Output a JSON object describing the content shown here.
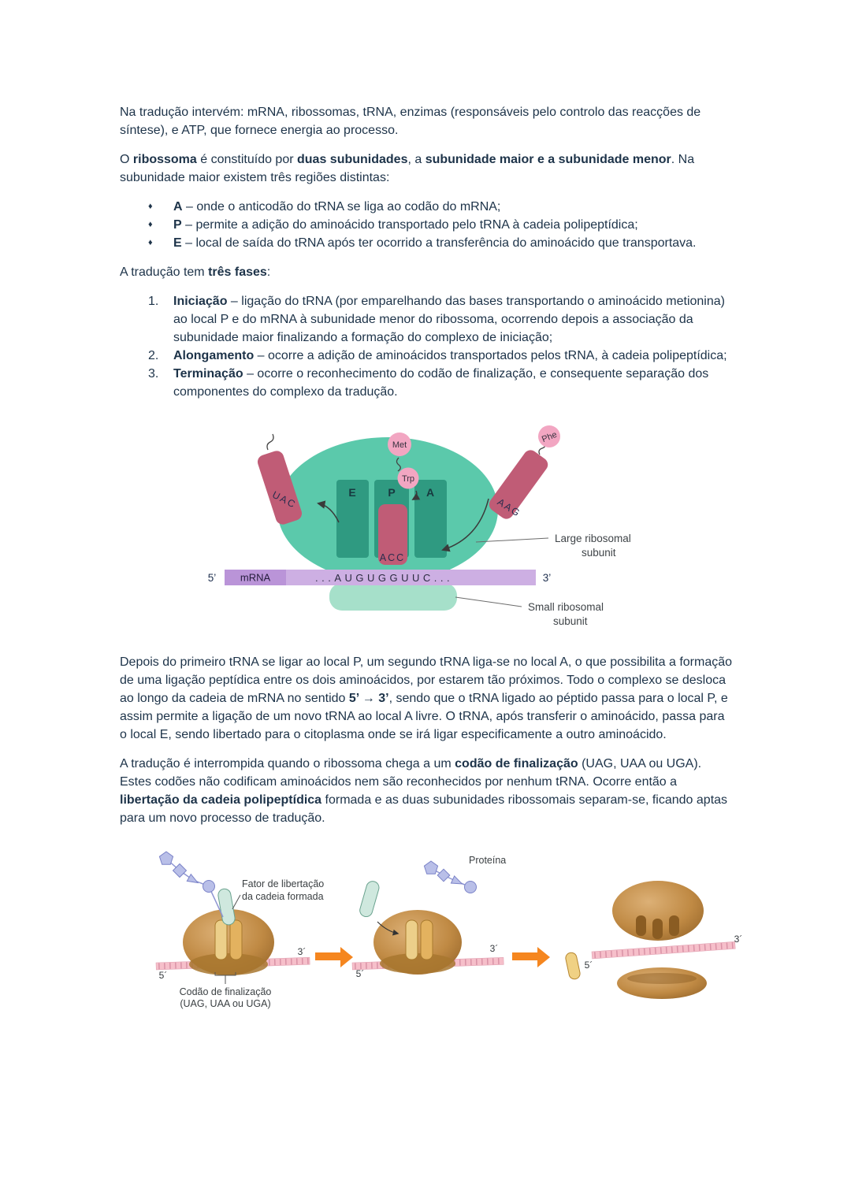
{
  "body": {
    "bullet_glyph": "♦",
    "p1": [
      {
        "t": "Na tradução intervém: mRNA, ribossomas, tRNA, enzimas (responsáveis pelo controlo das reacções de síntese), e ATP, que fornece energia ao processo."
      }
    ],
    "p2": [
      {
        "t": "O "
      },
      {
        "t": "ribossoma",
        "b": true
      },
      {
        "t": " é constituído por "
      },
      {
        "t": "duas subunidades",
        "b": true
      },
      {
        "t": ", a "
      },
      {
        "t": "subunidade maior e a subunidade menor",
        "b": true
      },
      {
        "t": ". Na subunidade maior existem três regiões distintas:"
      }
    ],
    "bullets": [
      [
        {
          "t": "A",
          "b": true
        },
        {
          "t": " – onde o anticodão do tRNA se liga ao codão do mRNA;"
        }
      ],
      [
        {
          "t": "P",
          "b": true
        },
        {
          "t": " – permite a adição do aminoácido transportado pelo tRNA à cadeia polipeptídica;"
        }
      ],
      [
        {
          "t": "E",
          "b": true
        },
        {
          "t": " – local de saída do tRNA após ter ocorrido a transferência do aminoácido que transportava."
        }
      ]
    ],
    "p3": [
      {
        "t": "A tradução tem "
      },
      {
        "t": "três fases",
        "b": true
      },
      {
        "t": ":"
      }
    ],
    "numbered": [
      {
        "num": "1.",
        "segs": [
          {
            "t": "Iniciação",
            "b": true
          },
          {
            "t": " – ligação do tRNA (por emparelhando das bases transportando o aminoácido metionina) ao local P e do mRNA à subunidade menor do ribossoma, ocorrendo depois a associação da subunidade maior finalizando a formação do complexo de iniciação;"
          }
        ]
      },
      {
        "num": "2.",
        "segs": [
          {
            "t": "Alongamento",
            "b": true
          },
          {
            "t": " – ocorre a adição de aminoácidos transportados pelos tRNA, à cadeia polipeptídica;"
          }
        ]
      },
      {
        "num": "3.",
        "segs": [
          {
            "t": "Terminação",
            "b": true
          },
          {
            "t": " – ocorre o reconhecimento do codão de finalização, e consequente separação dos componentes do complexo da tradução."
          }
        ]
      }
    ],
    "p4": [
      {
        "t": "Depois do primeiro tRNA se ligar ao local P, um segundo tRNA liga-se no local A, o que possibilita a formação de uma ligação peptídica entre os dois aminoácidos, por estarem tão próximos. Todo o complexo se desloca ao longo da cadeia de mRNA no sentido "
      },
      {
        "t": "5’ → 3’",
        "b": true
      },
      {
        "t": ", sendo que o tRNA ligado ao péptido passa para o local P, e assim permite a ligação de um novo tRNA ao local A livre. O tRNA, após transferir o aminoácido, passa para o local E, sendo libertado para o citoplasma onde se irá ligar especificamente a outro aminoácido."
      }
    ],
    "p5": [
      {
        "t": "A tradução é interrompida quando o ribossoma chega a um "
      },
      {
        "t": "codão de finalização",
        "b": true
      },
      {
        "t": " (UAG, UAA ou UGA). Estes codões não codificam aminoácidos nem são reconhecidos por nenhum tRNA. Ocorre então a "
      },
      {
        "t": "libertação da cadeia polipeptídica",
        "b": true
      },
      {
        "t": " formada e as duas subunidades ribossomais separam-se, ficando aptas para um novo processo de tradução."
      }
    ]
  },
  "diagram1": {
    "site_e": "E",
    "site_p": "P",
    "site_a": "A",
    "amino_met": "Met",
    "amino_trp": "Trp",
    "amino_phe": "Phe",
    "anticodon_left": "UAC",
    "anticodon_p": "ACC",
    "anticodon_right": "AAG",
    "mrna_label": "mRNA",
    "sequence": "...AUGUGGUUC...",
    "five_prime": "5’",
    "three_prime": "3’",
    "large_label1": "Large ribosomal",
    "large_label2": "subunit",
    "small_label1": "Small ribosomal",
    "small_label2": "subunit"
  },
  "diagram2": {
    "release_factor_line1": "Fator de libertação",
    "release_factor_line2": "da cadeia formada",
    "protein_label": "Proteína",
    "stop_label1": "Codão de finalização",
    "stop_label2": "(UAG, UAA ou UGA)",
    "five_prime": "5´",
    "three_prime": "3´"
  },
  "colors": {
    "large_subunit_teal": "#5bc9ab",
    "site_teal": "#2f9a81",
    "small_subunit_mint": "#a6e0ca",
    "trna_pink": "#c05c76",
    "amino_pink": "#f2a6c2",
    "mrna_purple": "#cdafe3",
    "mrna_label_purple": "#ba94d8",
    "ribbon_pink": "#f6bfca",
    "release_factor_teal": "#cfe8de",
    "protein_lilac": "#b9bfe8",
    "arrow_orange": "#f5861f",
    "trna_yellow": "#eccf8a"
  }
}
